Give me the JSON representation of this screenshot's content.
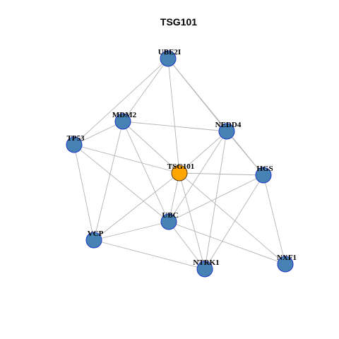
{
  "title": "TSG101",
  "colors": {
    "node_fill": "#4682b4",
    "node_stroke": "#1c35c9",
    "hub_fill": "#ffa500",
    "hub_stroke": "#5a3c10",
    "edge": "#b3b3b3"
  },
  "nodes": [
    {
      "id": "UBE2I",
      "label": "UBE2I",
      "hub": false
    },
    {
      "id": "MDM2",
      "label": "MDM2",
      "hub": false
    },
    {
      "id": "NEDD4",
      "label": "NEDD4",
      "hub": false
    },
    {
      "id": "TP53",
      "label": "TP53",
      "hub": false
    },
    {
      "id": "TSG101",
      "label": "TSG101",
      "hub": true
    },
    {
      "id": "HGS",
      "label": "HGS",
      "hub": false
    },
    {
      "id": "UBC",
      "label": "UBC",
      "hub": false
    },
    {
      "id": "VCP",
      "label": "VCP",
      "hub": false
    },
    {
      "id": "NTRK1",
      "label": "NTRK1",
      "hub": false
    },
    {
      "id": "NXF1",
      "label": "NXF1",
      "hub": false
    }
  ],
  "edges": [
    [
      "UBE2I",
      "MDM2"
    ],
    [
      "UBE2I",
      "TP53"
    ],
    [
      "UBE2I",
      "TSG101"
    ],
    [
      "UBE2I",
      "NEDD4"
    ],
    [
      "MDM2",
      "TP53"
    ],
    [
      "MDM2",
      "NEDD4"
    ],
    [
      "MDM2",
      "TSG101"
    ],
    [
      "MDM2",
      "UBC"
    ],
    [
      "MDM2",
      "VCP"
    ],
    [
      "TP53",
      "TSG101"
    ],
    [
      "TP53",
      "UBC"
    ],
    [
      "TP53",
      "VCP"
    ],
    [
      "NEDD4",
      "TSG101"
    ],
    [
      "NEDD4",
      "HGS"
    ],
    [
      "NEDD4",
      "UBC"
    ],
    [
      "NEDD4",
      "NTRK1"
    ],
    [
      "TSG101",
      "HGS"
    ],
    [
      "TSG101",
      "UBC"
    ],
    [
      "TSG101",
      "VCP"
    ],
    [
      "TSG101",
      "NTRK1"
    ],
    [
      "TSG101",
      "NXF1"
    ],
    [
      "HGS",
      "UBC"
    ],
    [
      "HGS",
      "NTRK1"
    ],
    [
      "HGS",
      "NXF1"
    ],
    [
      "UBC",
      "VCP"
    ],
    [
      "UBC",
      "NTRK1"
    ],
    [
      "UBC",
      "NXF1"
    ],
    [
      "VCP",
      "NTRK1"
    ],
    [
      "UBE2I",
      "HGS"
    ]
  ]
}
